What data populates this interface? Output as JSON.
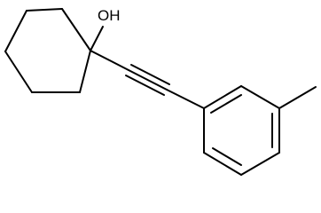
{
  "molecule": {
    "atom_labels": {
      "hydroxyl": "OH"
    },
    "substituents": [
      "hydroxyl",
      "ethynyl linker",
      "methyl"
    ],
    "rings": [
      "cyclohexane",
      "benzene"
    ]
  },
  "colors": {
    "background": "#ffffff",
    "bond": "#000000",
    "text": "#000000"
  }
}
